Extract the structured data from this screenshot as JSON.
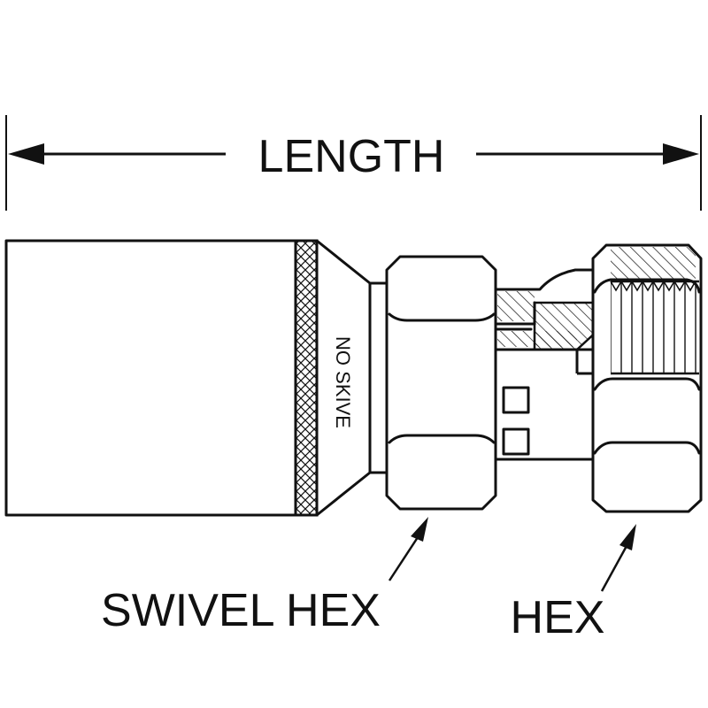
{
  "diagram": {
    "labels": {
      "length": "LENGTH",
      "swivel_hex": "SWIVEL HEX",
      "hex": "HEX",
      "ferrule_note": "NO SKIVE"
    }
  }
}
